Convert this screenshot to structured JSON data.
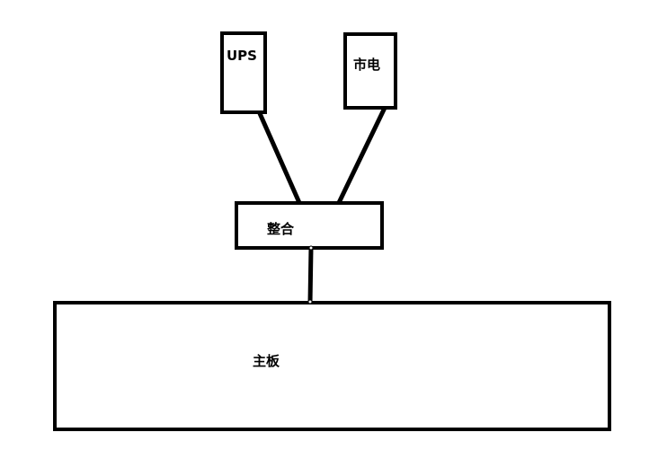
{
  "nodes": {
    "ups": {
      "label": "UPS"
    },
    "grid_power": {
      "label": "市电"
    },
    "integrate": {
      "label": "整合"
    },
    "motherboard": {
      "label": "主板"
    }
  },
  "edges": [
    {
      "from": "ups",
      "to": "integrate"
    },
    {
      "from": "grid_power",
      "to": "integrate"
    },
    {
      "from": "integrate",
      "to": "motherboard"
    }
  ]
}
